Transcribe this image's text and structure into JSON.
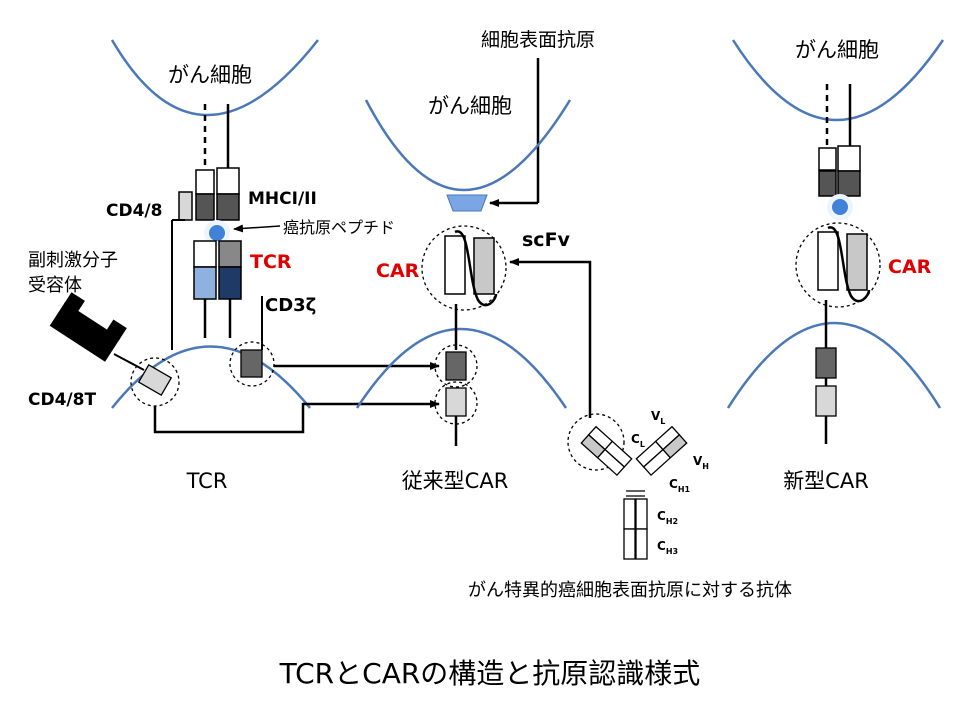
{
  "title": "TCRとCARの構造と抗原認識様式",
  "colors": {
    "cell_outline": "#4a78b8",
    "highlight_red": "#e00000",
    "mhc_dark": "#555555",
    "tcr_light_blue": "#8fb1e0",
    "tcr_dark_blue": "#1f3a66",
    "peptide_blue": "#3f82d8",
    "antigen_blue": "#7aa6e6",
    "cd3_gray": "#666666",
    "costim_gray": "#d8d8d8"
  },
  "tcr_panel": {
    "cancer_cell": "がん細胞",
    "mhc": "MHCI/II",
    "peptide": "癌抗原ペプチド",
    "tcr": "TCR",
    "cd48": "CD4/8",
    "costim_receptor_line1": "副刺激分子",
    "costim_receptor_line2": "受容体",
    "cd3z": "CD3ζ",
    "cd48t": "CD4/8T",
    "caption": "TCR"
  },
  "conv_car_panel": {
    "surface_antigen": "細胞表面抗原",
    "cancer_cell": "がん細胞",
    "scfv": "scFv",
    "car": "CAR",
    "caption": "従来型CAR"
  },
  "antibody": {
    "vl": "V",
    "vl_sub": "L",
    "cl": "C",
    "cl_sub": "L",
    "vh": "V",
    "vh_sub": "H",
    "ch1": "C",
    "ch1_sub": "H1",
    "ch2": "C",
    "ch2_sub": "H2",
    "ch3": "C",
    "ch3_sub": "H3",
    "caption": "がん特異的癌細胞表面抗原に対する抗体"
  },
  "new_car_panel": {
    "cancer_cell": "がん細胞",
    "car": "CAR",
    "caption": "新型CAR"
  }
}
